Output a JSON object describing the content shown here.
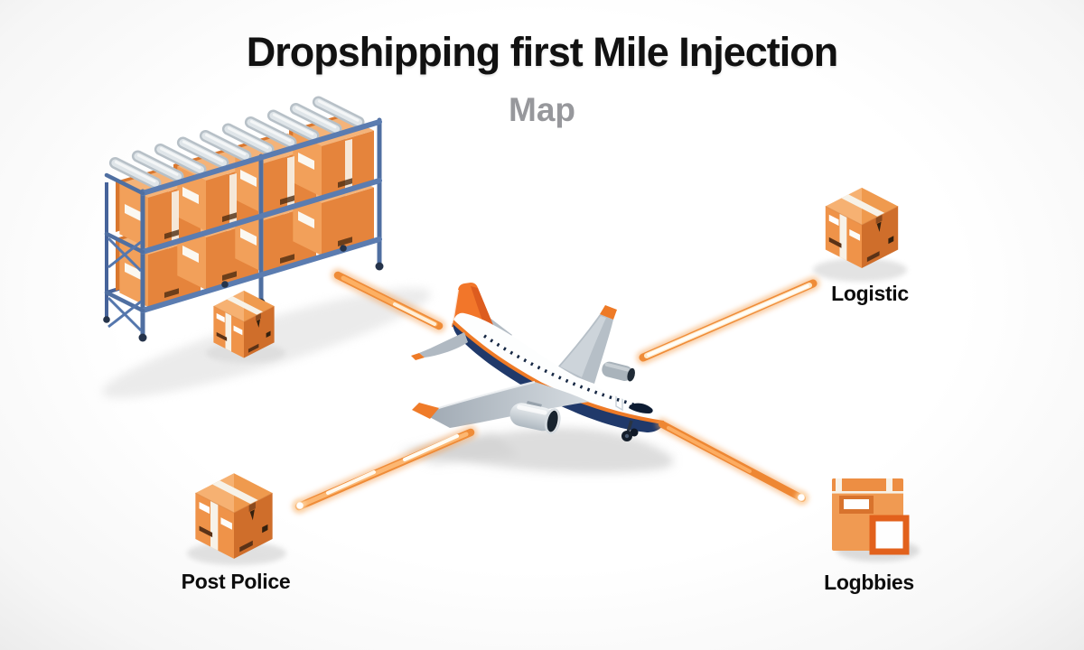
{
  "header": {
    "title": "Dropshipping first Mile Injection",
    "subtitle": "Map"
  },
  "diagram": {
    "center_node": {
      "id": "airplane",
      "icon": "airplane-icon",
      "label": ""
    },
    "nodes": {
      "warehouse": {
        "label": "",
        "position": "top-left",
        "icon": "warehouse-rack-icon"
      },
      "logistic": {
        "label": "Logistic",
        "position": "top-right",
        "icon": "package-box-icon"
      },
      "post_police": {
        "label": "Post Police",
        "position": "bottom-left",
        "icon": "package-box-icon"
      },
      "logbbies": {
        "label": "Logbbies",
        "position": "bottom-right",
        "icon": "package-box-icon"
      }
    },
    "connectors": [
      {
        "from": "warehouse",
        "to": "airplane",
        "style": "glowing-orange-bar"
      },
      {
        "from": "airplane",
        "to": "logistic",
        "style": "glowing-orange-bar"
      },
      {
        "from": "post_police",
        "to": "airplane",
        "style": "glowing-orange-bar"
      },
      {
        "from": "airplane",
        "to": "logbbies",
        "style": "glowing-orange-bar"
      }
    ]
  },
  "colors": {
    "title_black": "#111111",
    "subtitle_gray": "#97989c",
    "label_black": "#0d0d0d",
    "box_orange": "#ef9349",
    "box_orange_dark": "#cf6e2b",
    "box_orange_top": "#f3a35c",
    "tape_white": "#f7f2e8",
    "frame_blue": "#4f6fa1",
    "glow_core": "#ef8c38",
    "glow_hot": "#fffdf7",
    "plane_navy": "#20396a",
    "plane_stripe": "#ee7a26",
    "wing_gray": "#b6bfc7",
    "shadow_gray": "#c6c6c6"
  }
}
